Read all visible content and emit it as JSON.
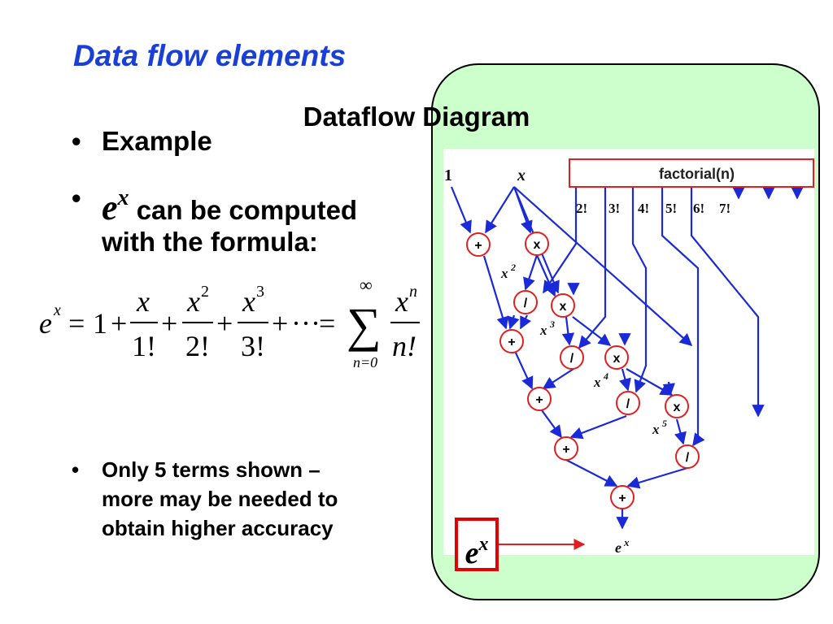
{
  "slide": {
    "title": "Data flow elements",
    "bullets": [
      {
        "text": "Example"
      },
      {
        "line1": "can be computed",
        "line2": "with the formula:"
      },
      {
        "line1": "Only 5 terms shown –",
        "line2": "more may be needed to",
        "line3": "obtain higher accuracy"
      }
    ],
    "ex_base": "e",
    "ex_exp": "x",
    "bullet_char": "•",
    "formula": {
      "lhs": "e",
      "lhs_exp": "x",
      "eq": "=",
      "one": "1",
      "plus": "+",
      "dots": "···",
      "num1": "x",
      "den1": "1!",
      "num2": "x",
      "num2_exp": "2",
      "den2": "2!",
      "num3": "x",
      "num3_exp": "3",
      "den3": "3!",
      "sigma": "∑",
      "upper": "∞",
      "lower": "n=0",
      "numn": "x",
      "numn_exp": "n",
      "denn": "n!"
    }
  },
  "panel": {
    "title": "Dataflow Diagram",
    "inputs": [
      "1",
      "x"
    ],
    "factorial_label": "factorial(n)",
    "factorial_outputs": [
      "2!",
      "3!",
      "4!",
      "5!",
      "6!",
      "7!"
    ],
    "op_add": "+",
    "op_mul": "x",
    "op_div": "/",
    "powers": [
      {
        "base": "x",
        "exp": "2"
      },
      {
        "base": "x",
        "exp": "3"
      },
      {
        "base": "x",
        "exp": "4"
      },
      {
        "base": "x",
        "exp": "5"
      }
    ],
    "output": {
      "base": "e",
      "exp": "x"
    },
    "colors": {
      "node_border": "#e02020",
      "arrow": "#1a2ad8",
      "box_border": "#e30000",
      "title": "#1a3fd6"
    }
  }
}
